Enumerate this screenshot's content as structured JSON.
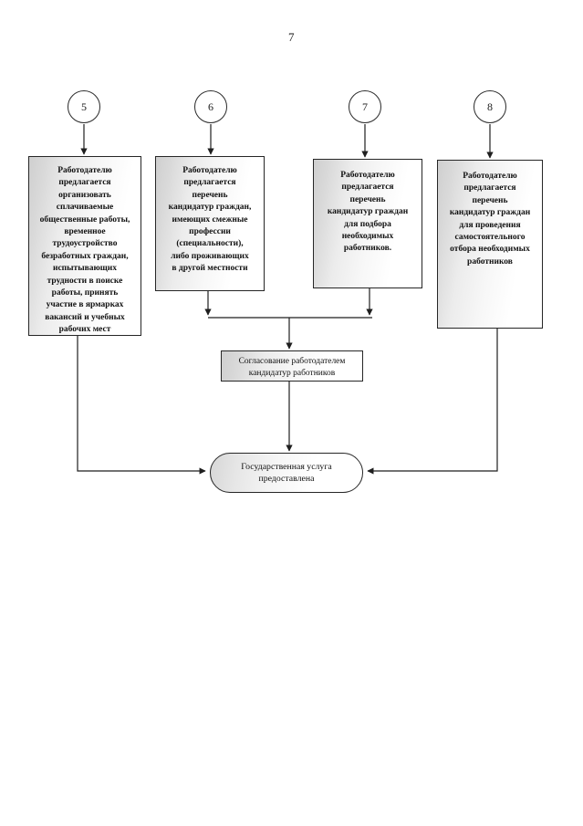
{
  "page": {
    "number": "7"
  },
  "diagram": {
    "nodes": [
      {
        "id": "5",
        "marker": "5",
        "text": "Работодателю\nпредлагается\nорганизовать\nсплачиваемые\nобщественные работы,\nвременное\nтрудоустройство\nбезработных граждан,\nиспытывающих\nтрудности в поиске\nработы, принять\nучастие в ярмарках\nвакансий и учебных\nрабочих мест"
      },
      {
        "id": "6",
        "marker": "6",
        "text": "Работодателю\nпредлагается\nперечень\nкандидатур граждан,\nимеющих смежные\nпрофессии\n(специальности),\nлибо проживающих\nв другой местности"
      },
      {
        "id": "7",
        "marker": "7",
        "text": "Работодателю\nпредлагается\nперечень\nкандидатур граждан\nдля подбора\nнеобходимых\nработников."
      },
      {
        "id": "8",
        "marker": "8",
        "text": "Работодателю\nпредлагается\nперечень\nкандидатур граждан\nдля проведения\nсамостоятельного\nотбора необходимых\nработников"
      }
    ],
    "approval": {
      "text": "Согласование работодателем\nкандидатур  работников"
    },
    "terminator": {
      "text": "Государственная услуга\nпредоставлена"
    },
    "colors": {
      "line": "#262626",
      "box_fill_light": "#ffffff",
      "box_fill_shade": "#d4d4d4",
      "text": "#101010"
    }
  }
}
